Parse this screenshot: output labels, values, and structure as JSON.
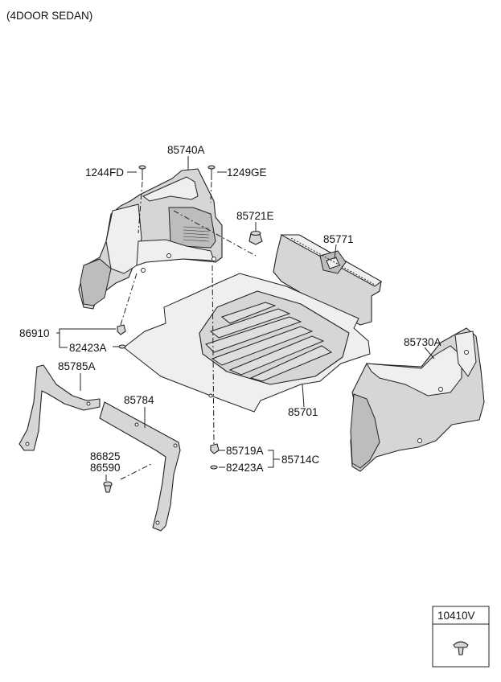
{
  "header": {
    "variant": "(4DOOR SEDAN)"
  },
  "parts": {
    "p85740A": "85740A",
    "p1244FD": "1244FD",
    "p1249GE": "1249GE",
    "p85721E": "85721E",
    "p85771": "85771",
    "p86910": "86910",
    "p82423A_top": "82423A",
    "p85785A": "85785A",
    "p85784": "85784",
    "p86825": "86825",
    "p86590": "86590",
    "p85719A": "85719A",
    "p82423A_bottom": "82423A",
    "p85714C": "85714C",
    "p85701": "85701",
    "p85730A": "85730A"
  },
  "legend_box": {
    "code": "10410V"
  }
}
